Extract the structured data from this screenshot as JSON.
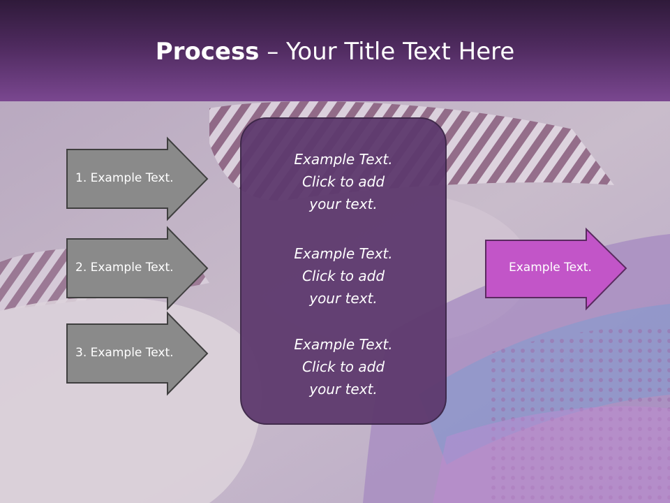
{
  "header": {
    "title_bold": "Process",
    "title_rest": " – Your Title Text Here"
  },
  "left_arrows": [
    {
      "label": "1. Example Text."
    },
    {
      "label": "2. Example Text."
    },
    {
      "label": "3. Example Text."
    }
  ],
  "center_blocks": [
    {
      "line1": "Example Text.",
      "line2": "Click  to add",
      "line3": "your text."
    },
    {
      "line1": "Example Text.",
      "line2": "Click  to add",
      "line3": "your text."
    },
    {
      "line1": "Example Text.",
      "line2": "Click  to add",
      "line3": "your text."
    }
  ],
  "right_arrow": {
    "label": "Example Text."
  },
  "colors": {
    "header_dark": "#2f1a3a",
    "header_light": "#7a4790",
    "gray_arrow": "#8a8a8a",
    "center_box": "#5e3a6e",
    "pink_arrow": "#c255c8"
  }
}
